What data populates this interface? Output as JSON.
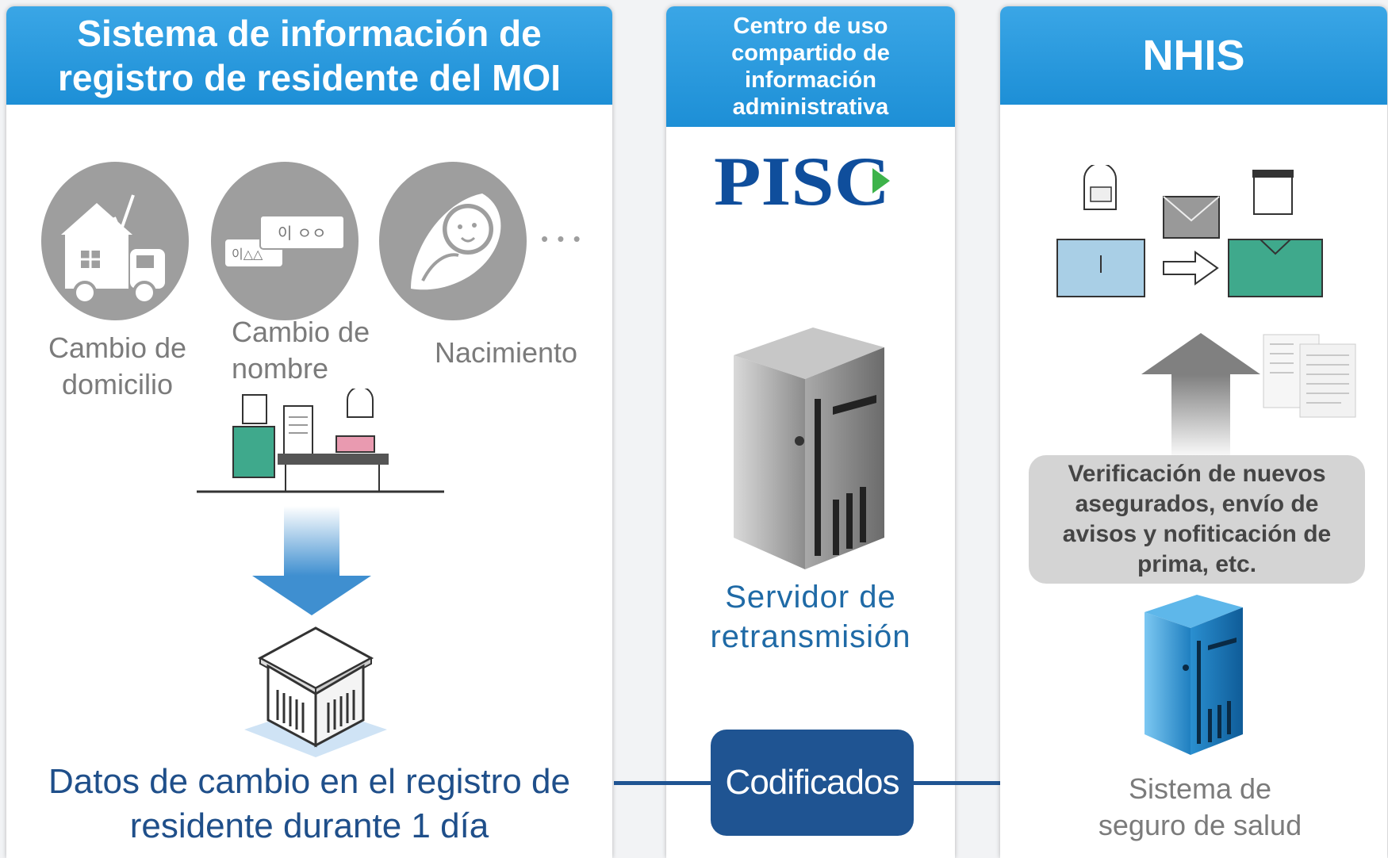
{
  "moi": {
    "title_line1": "Sistema de información de",
    "title_line2": "registro de residente del MOI",
    "categories": [
      {
        "line1": "Cambio de",
        "line2": "domicilio"
      },
      {
        "line1": "Cambio de",
        "line2": "nombre"
      },
      {
        "line1": "Nacimiento"
      }
    ],
    "name_card_top": "이 ㅇㅇ",
    "name_card_bottom": "이△△",
    "more": "• • •",
    "data_line1": "Datos de cambio en el registro de",
    "data_line2": "residente durante 1 día"
  },
  "pisc": {
    "title_lines": [
      "Centro de uso",
      "compartido de",
      "información",
      "administrativa"
    ],
    "logo": "PISC",
    "server_line1": "Servidor de",
    "server_line2": "retransmisión",
    "encoded": "Codificados"
  },
  "nhis": {
    "title": "NHIS",
    "callout_lines": [
      "Verificación de nuevos",
      "asegurados, envío de",
      "avisos y nofiticación de",
      "prima, etc."
    ],
    "system_line1": "Sistema de",
    "system_line2": "seguro de salud"
  },
  "colors": {
    "header_blue": "#2a9be0",
    "dark_blue": "#1f5492",
    "text_blue": "#1f4f8a",
    "gray_icon": "#9e9e9e"
  }
}
